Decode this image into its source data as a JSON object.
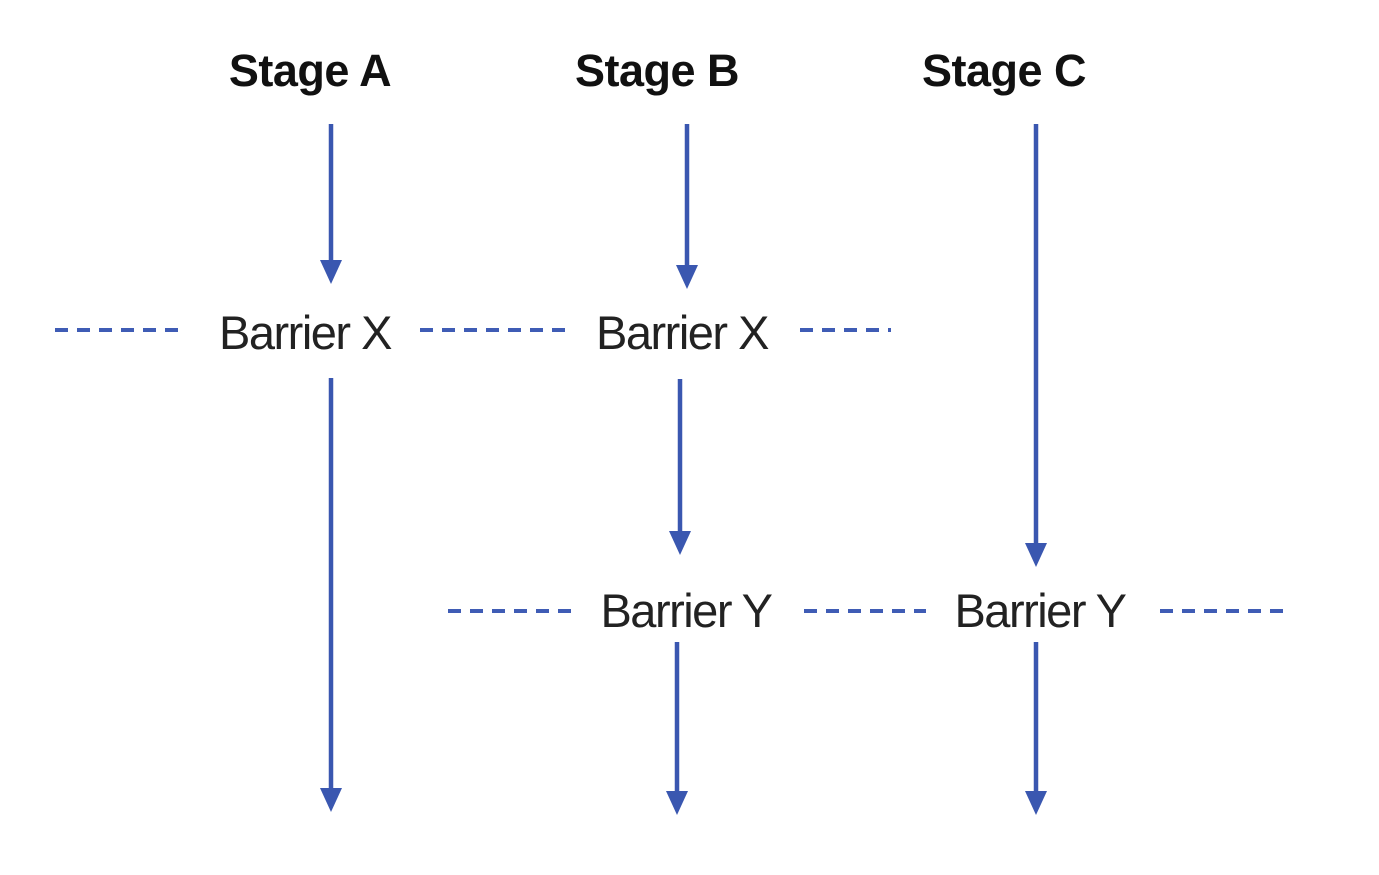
{
  "diagram": {
    "stages": [
      {
        "label": "Stage A"
      },
      {
        "label": "Stage B"
      },
      {
        "label": "Stage C"
      }
    ],
    "barrier_rows": [
      {
        "name": "barrier-x-row",
        "labels": [
          "Barrier X",
          "Barrier X"
        ]
      },
      {
        "name": "barrier-y-row",
        "labels": [
          "Barrier Y",
          "Barrier Y"
        ]
      }
    ],
    "colors": {
      "arrow_blue": "#3a57b0",
      "dash_blue": "#3f5cb5",
      "stage_text": "#111111",
      "barrier_text": "#222222"
    }
  }
}
